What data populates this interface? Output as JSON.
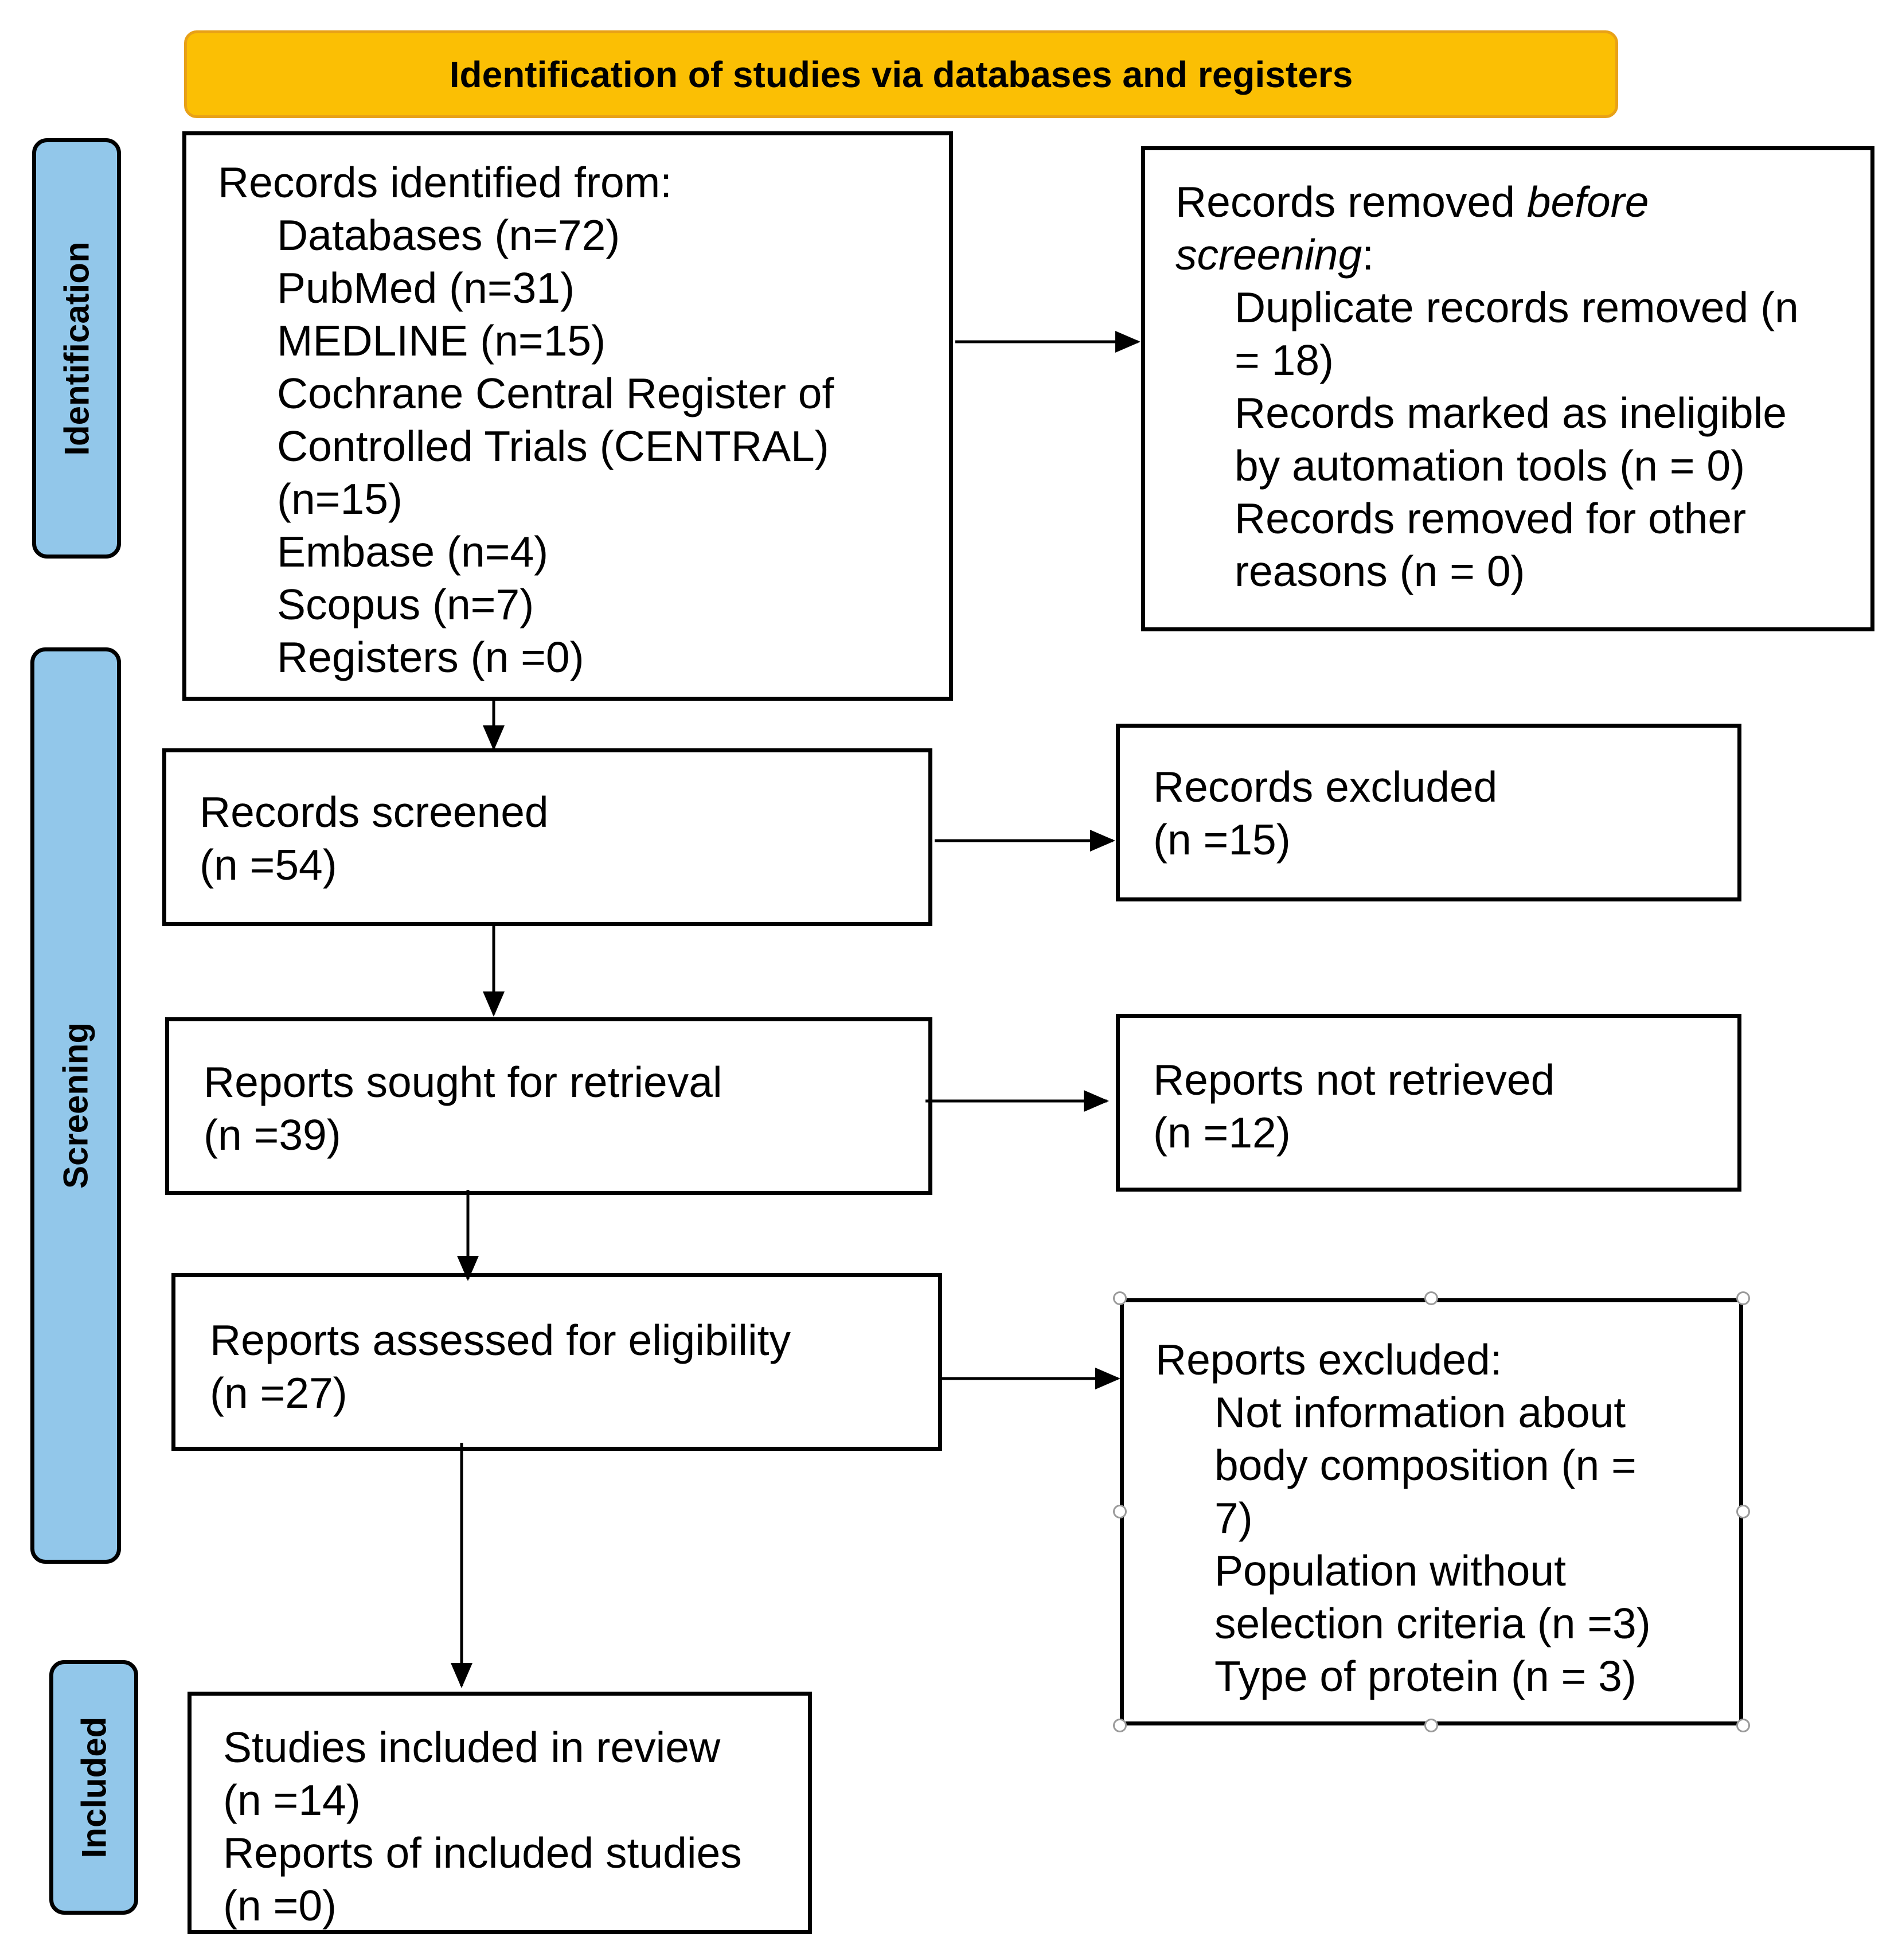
{
  "header": {
    "title": "Identification of studies via databases and registers"
  },
  "phases": {
    "identification": "Identification",
    "screening": "Screening",
    "included": "Included"
  },
  "records_identified": {
    "heading": "Records identified from:",
    "items": [
      "Databases (n=72)",
      "PubMed (n=31)",
      "MEDLINE (n=15)",
      "Cochrane Central Register of",
      "Controlled Trials (CENTRAL)",
      "(n=15)",
      "Embase (n=4)",
      "Scopus (n=7)",
      "Registers (n =0)"
    ]
  },
  "records_removed": {
    "heading_prefix": "Records removed ",
    "heading_italic_1": "before",
    "heading_italic_2": "screening",
    "heading_suffix": ":",
    "lines": [
      "Duplicate records removed (n",
      "= 18)",
      "Records marked as ineligible",
      "by automation tools (n = 0)",
      "Records removed for other",
      "reasons (n = 0)"
    ]
  },
  "records_screened": {
    "label": "Records screened",
    "count": "(n =54)"
  },
  "records_excluded": {
    "label": "Records excluded",
    "count": "(n =15)"
  },
  "reports_sought": {
    "label": "Reports sought for retrieval",
    "count": "(n =39)"
  },
  "reports_not_retrieved": {
    "label": "Reports not retrieved",
    "count": "(n =12)"
  },
  "reports_assessed": {
    "label": "Reports assessed for eligibility",
    "count": "(n =27)"
  },
  "reports_excluded": {
    "heading": "Reports excluded:",
    "lines": [
      "Not information about",
      "body composition (n =",
      "7)",
      "Population without",
      "selection criteria (n =3)",
      "Type of protein (n = 3)"
    ]
  },
  "studies_included": {
    "lines": [
      "Studies included in review",
      "(n =14)",
      "Reports of included studies",
      "(n =0)"
    ]
  }
}
